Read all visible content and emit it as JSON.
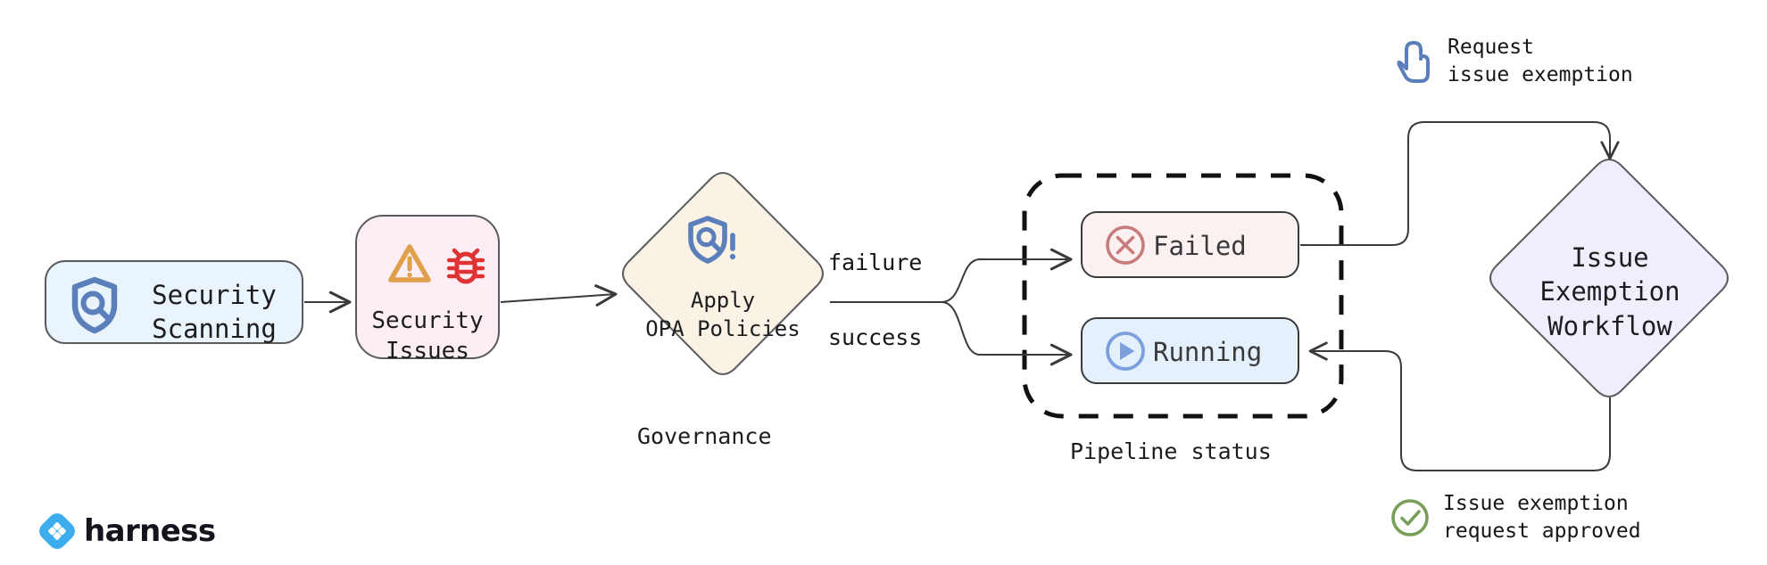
{
  "diagram": {
    "title": "Security scanning governance and issue exemption workflow",
    "background": "#ffffff"
  },
  "nodes": {
    "security_scanning": {
      "label": "Security\nScanning",
      "icon": "shield-search-icon",
      "fill": "#eaf4fd",
      "stroke": "#5b5b5f",
      "icon_color": "#5b7fba",
      "shape": "rounded-rect"
    },
    "security_issues": {
      "label": "Security\nIssues",
      "icons": [
        "warning-triangle-icon",
        "bug-icon"
      ],
      "fill": "#fceef4",
      "stroke": "#5b5b5f",
      "warning_color": "#e0a04a",
      "bug_color": "#e03232",
      "shape": "rounded-rect"
    },
    "governance": {
      "label": "Apply\nOPA Policies",
      "caption": "Governance",
      "icon": "shield-policy-icon",
      "fill": "#fbf2e6",
      "stroke": "#5b5b5f",
      "icon_color": "#5b7fba",
      "shape": "diamond"
    },
    "failed": {
      "label": "Failed",
      "icon": "x-circle-icon",
      "fill": "#fcf1f1",
      "stroke": "#3a3a3c",
      "icon_color": "#c87b7b",
      "shape": "rounded-rect"
    },
    "running": {
      "label": "Running",
      "icon": "play-circle-icon",
      "fill": "#e4f0fc",
      "stroke": "#3a3a3c",
      "icon_color": "#7ba0dd",
      "shape": "rounded-rect"
    },
    "exemption_workflow": {
      "label": "Issue\nExemption\nWorkflow",
      "fill": "#f0eefb",
      "stroke": "#5b5b5f",
      "shape": "diamond"
    }
  },
  "groups": {
    "pipeline_status": {
      "caption": "Pipeline status",
      "stroke": "#111111",
      "style": "dashed"
    }
  },
  "edges": {
    "failure_label": "failure",
    "success_label": "success"
  },
  "annotations": {
    "request": {
      "line1": "Request",
      "line2": "issue exemption",
      "icon": "hand-pointer-icon",
      "icon_color": "#5b7fba"
    },
    "approved": {
      "line1": "Issue exemption",
      "line2": "request approved",
      "icon": "check-circle-icon",
      "icon_color": "#79a05b"
    }
  },
  "brand": {
    "name": "harness",
    "logo": "harness-logo-icon",
    "logo_color": "#3dadeb"
  }
}
